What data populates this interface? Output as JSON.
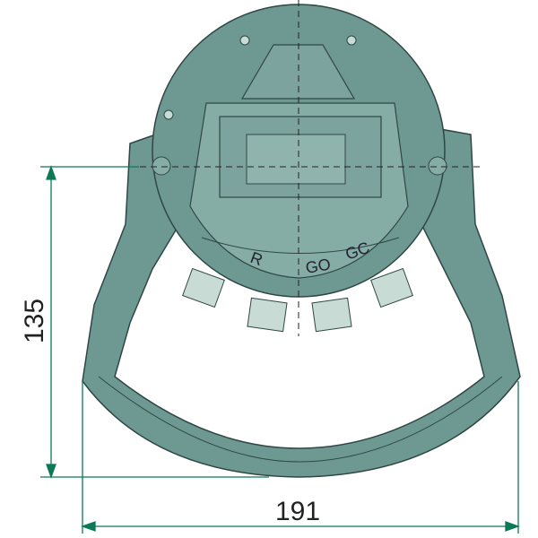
{
  "drawing": {
    "dimensions": {
      "height_value": "135",
      "width_value": "191"
    },
    "connector_labels": [
      "R",
      "GO",
      "GC"
    ],
    "colors": {
      "body": "#6e9993",
      "body_light": "#86aca6",
      "connector": "#c9dbd5",
      "outline": "#2f4744",
      "dimension": "#0b7a55"
    }
  }
}
